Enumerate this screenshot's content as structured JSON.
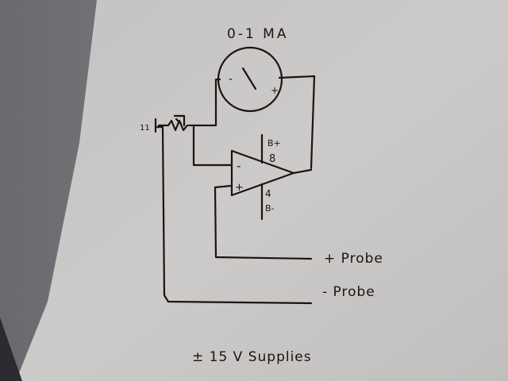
{
  "meter": {
    "range_label": "0-1 MA",
    "minus_terminal": "-",
    "plus_terminal": "+"
  },
  "pot": {
    "pin_label": "11"
  },
  "opamp": {
    "inverting_input": "-",
    "noninverting_input": "+",
    "pin_vplus_name": "B+",
    "pin_vplus_number": "8",
    "pin_vminus_number": "4",
    "pin_vminus_name": "B-"
  },
  "probes": {
    "plus_probe": "+ Probe",
    "minus_probe": "- Probe"
  },
  "footer": {
    "supplies_label": "± 15 V Supplies"
  },
  "colors": {
    "ink": "#1b1410",
    "paper": "#c9c7c6",
    "background": "#6d6d70"
  }
}
